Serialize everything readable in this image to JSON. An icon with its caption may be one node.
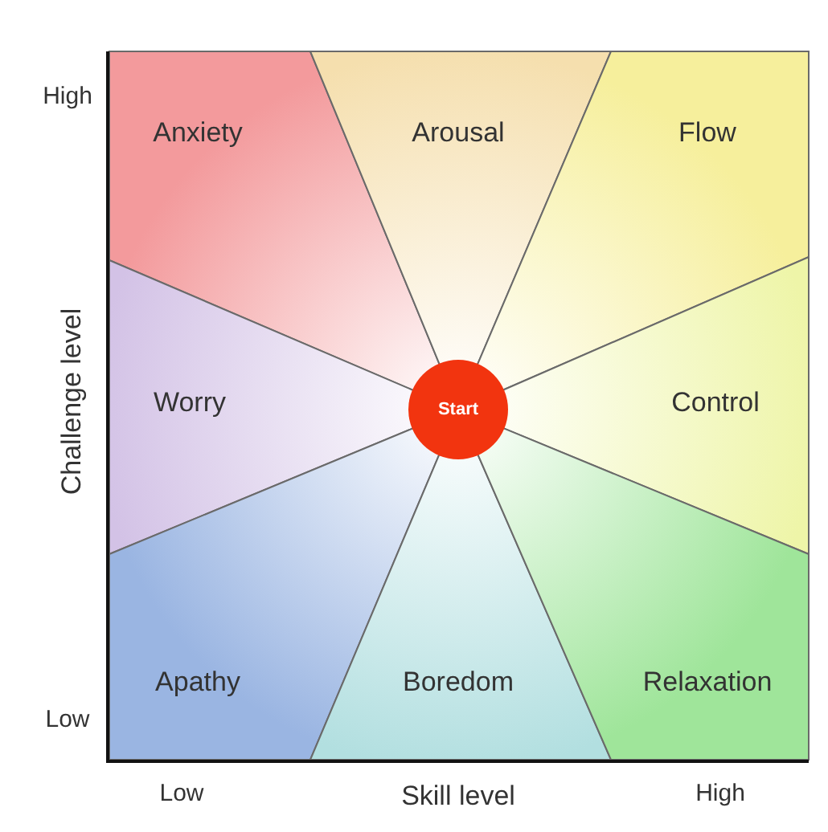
{
  "diagram": {
    "nodes": [
      {
        "text": [
          "Anxiety"
        ]
      },
      {
        "text": [
          "Arousal"
        ]
      },
      {
        "text": [
          "Flow"
        ]
      },
      {
        "text": [
          "Worry"
        ]
      },
      {
        "text": [
          "Start"
        ]
      },
      {
        "text": [
          "Control"
        ]
      },
      {
        "text": [
          "Apathy"
        ]
      },
      {
        "text": [
          "Boredom"
        ]
      },
      {
        "text": [
          "Relaxation"
        ]
      }
    ],
    "labels": [
      "High",
      "Challenge level",
      "Low",
      "Low",
      "Skill level",
      "High"
    ]
  }
}
